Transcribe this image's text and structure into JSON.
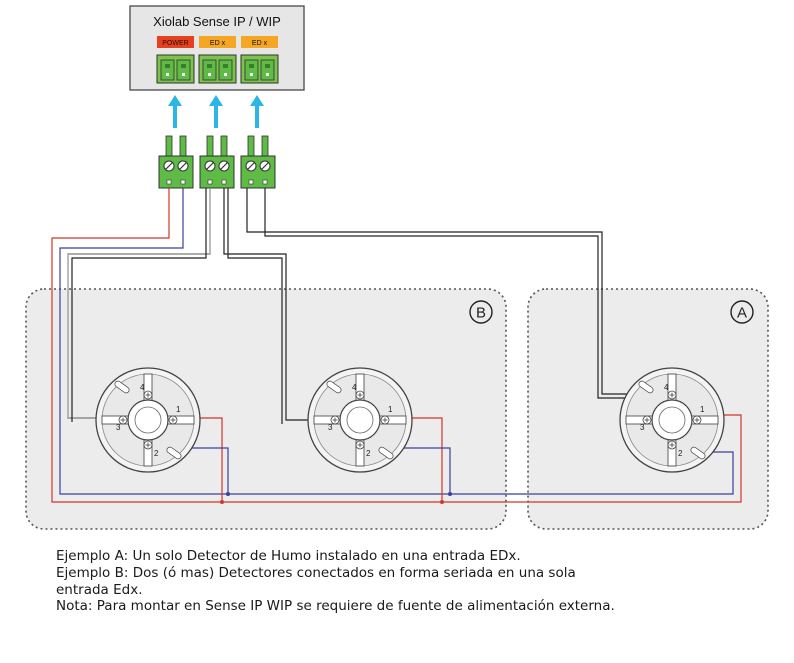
{
  "device": {
    "title": "Xiolab Sense IP / WIP",
    "ports": [
      "POWER",
      "ED x",
      "ED x"
    ]
  },
  "examples": {
    "b_label": "B",
    "a_label": "A"
  },
  "detector_terminals": [
    "1",
    "2",
    "3",
    "4"
  ],
  "caption": [
    "Ejemplo A: Un solo Detector de Humo instalado en una entrada EDx.",
    "Ejemplo B: Dos (ó mas) Detectores conectados en forma seriada en una sola",
    "entrada Edx.",
    "Nota: Para montar en Sense IP WIP se requiere de fuente de alimentación externa."
  ],
  "colors": {
    "power_port": "#e8401c",
    "edx_port": "#f5a623",
    "terminal_green": "#5dbb46",
    "arrow_blue": "#2bb5e8",
    "wire_red": "#d6332a",
    "wire_blue": "#3b3f9c",
    "wire_black": "#222222",
    "zone_fill": "#ececec"
  }
}
